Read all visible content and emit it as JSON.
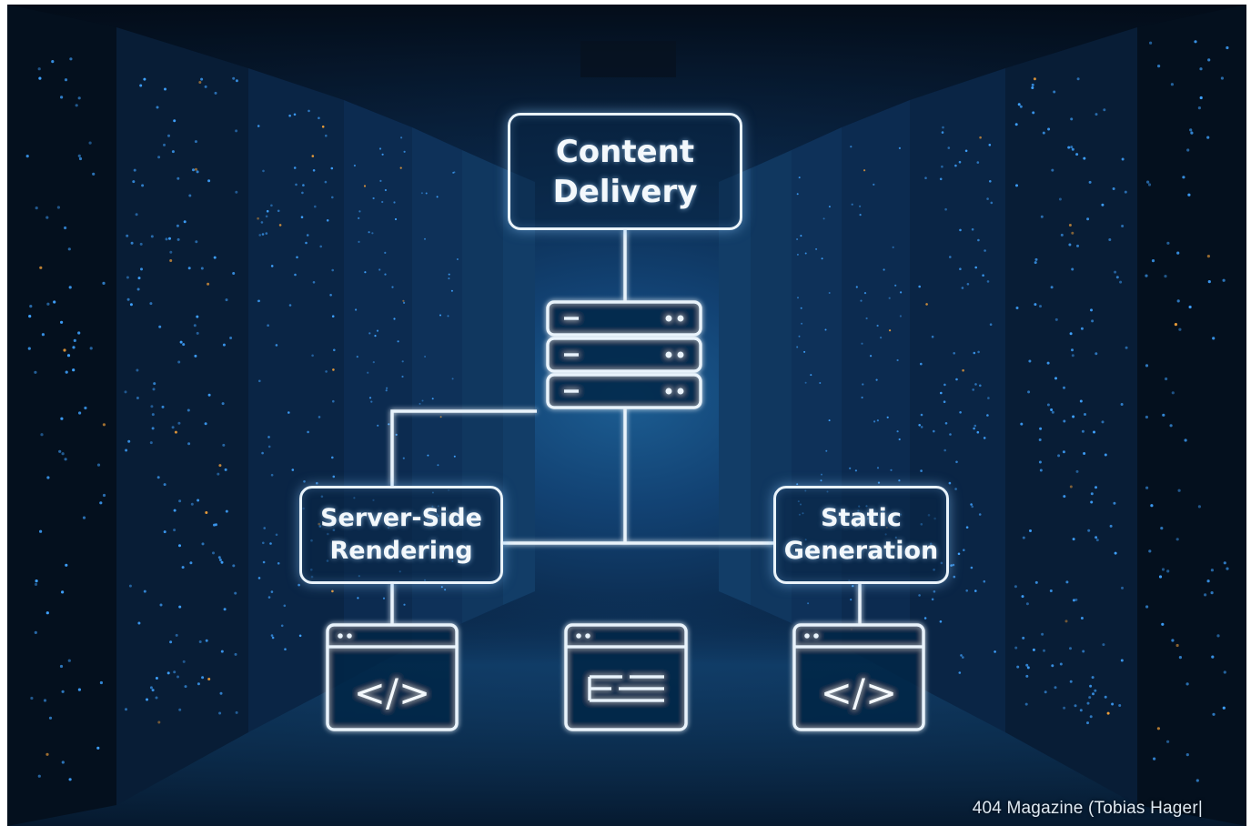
{
  "diagram": {
    "root": "Content\nDelivery",
    "left_branch": "Server-Side\nRendering",
    "right_branch": "Static\nGeneration",
    "left_page_glyph": "</>",
    "right_page_glyph": "</>"
  },
  "credit": "404 Magazine (Tobias Hager|",
  "icons": [
    "server-stack-icon",
    "code-window-icon",
    "text-window-icon",
    "code-window-icon"
  ],
  "colors": {
    "line": "#e9f3fb",
    "background_center": "#1c5d92",
    "background_edge": "#020a15",
    "led_blue": "#3fa2ff",
    "led_amber": "#f2a13a"
  }
}
